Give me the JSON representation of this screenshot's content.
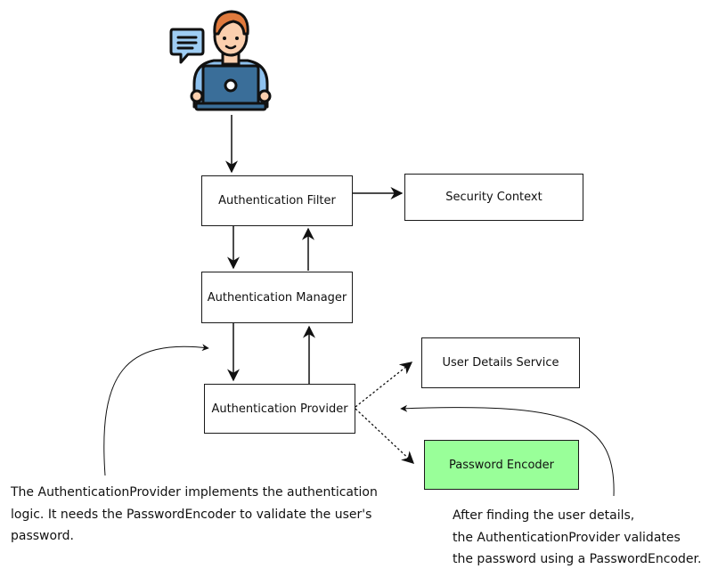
{
  "diagram": {
    "nodes": {
      "authentication_filter": "Authentication Filter",
      "security_context": "Security Context",
      "authentication_manager": "Authentication Manager",
      "authentication_provider": "Authentication Provider",
      "user_details_service": "User Details Service",
      "password_encoder": "Password Encoder"
    },
    "colors": {
      "password_encoder_fill": "#99ff99",
      "box_border": "#1a1a1a",
      "avatar_shirt": "#8ec1ee",
      "avatar_laptop": "#3a6e99",
      "avatar_hair": "#e07a3d",
      "avatar_skin": "#fbcfae",
      "chat_bubble": "#9fcdf3"
    },
    "icons": [
      "user-with-laptop-icon",
      "chat-bubble-icon"
    ],
    "notes": {
      "left": [
        "The AuthenticationProvider implements the authentication",
        "logic. It needs the PasswordEncoder to validate the user's",
        "password."
      ],
      "right": [
        "After finding the user details,",
        "the AuthenticationProvider validates",
        "the password using a PasswordEncoder."
      ]
    }
  }
}
